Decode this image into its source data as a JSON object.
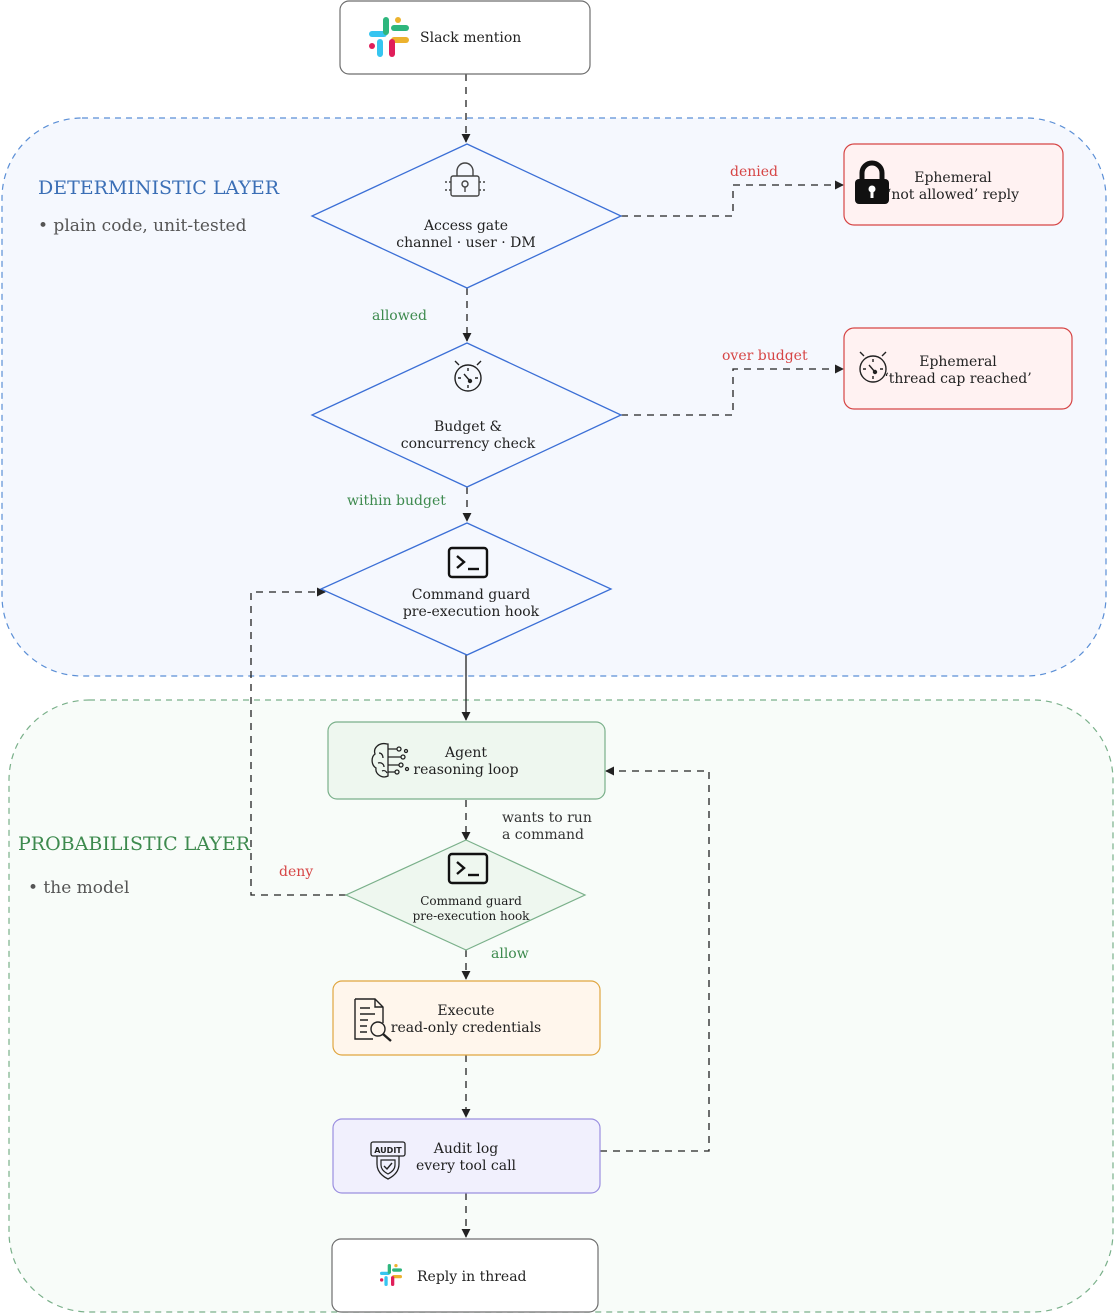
{
  "colors": {
    "blue_region": "#5b8fd6",
    "blue_fill": "#f5f8fe",
    "blue_text": "#3b6fb6",
    "green_region": "#7ab08a",
    "green_fill": "#f8fcf9",
    "green_text": "#3d8a4e",
    "red": "#d64545",
    "red_fill": "#fff2f2",
    "orange": "#e0a640",
    "orange_fill": "#fff6ec",
    "purple": "#9b8fe0",
    "purple_fill": "#f1f0fd",
    "gray": "#6e6e6e"
  },
  "layers": {
    "deterministic": {
      "title": "DETERMINISTIC LAYER",
      "note": "• plain code, unit-tested"
    },
    "probabilistic": {
      "title": "PROBABILISTIC LAYER",
      "note": "• the model"
    }
  },
  "nodes": {
    "slack_mention": {
      "label": "Slack mention",
      "icon": "slack-logo"
    },
    "access_gate": {
      "line1": "Access gate",
      "line2": "channel · user · DM",
      "icon": "lock-icon"
    },
    "budget_check": {
      "line1": "Budget &",
      "line2": "concurrency check",
      "icon": "stopwatch-icon"
    },
    "command_guard_1": {
      "line1": "Command guard",
      "line2": "pre-execution hook",
      "icon": "terminal-icon"
    },
    "agent_loop": {
      "line1": "Agent",
      "line2": "reasoning loop",
      "icon": "brain-icon"
    },
    "command_guard_2": {
      "line1": "Command guard",
      "line2": "pre-execution hook",
      "icon": "terminal-icon"
    },
    "execute": {
      "line1": "Execute",
      "line2": "read-only credentials",
      "icon": "document-search-icon"
    },
    "audit_log": {
      "line1": "Audit log",
      "line2": "every tool call",
      "icon": "audit-shield-icon",
      "badge": "AUDIT"
    },
    "reply_thread": {
      "label": "Reply in thread",
      "icon": "slack-logo"
    },
    "ephemeral_denied": {
      "line1": "Ephemeral",
      "line2": "‘not allowed’ reply",
      "icon": "padlock-icon"
    },
    "ephemeral_budget": {
      "line1": "Ephemeral",
      "line2": "‘thread cap reached’",
      "icon": "stopwatch-icon"
    }
  },
  "edges": {
    "denied": "denied",
    "allowed": "allowed",
    "over_budget": "over budget",
    "within_budget": "within budget",
    "wants_line1": "wants to run",
    "wants_line2": "a command",
    "deny": "deny",
    "allow": "allow"
  }
}
